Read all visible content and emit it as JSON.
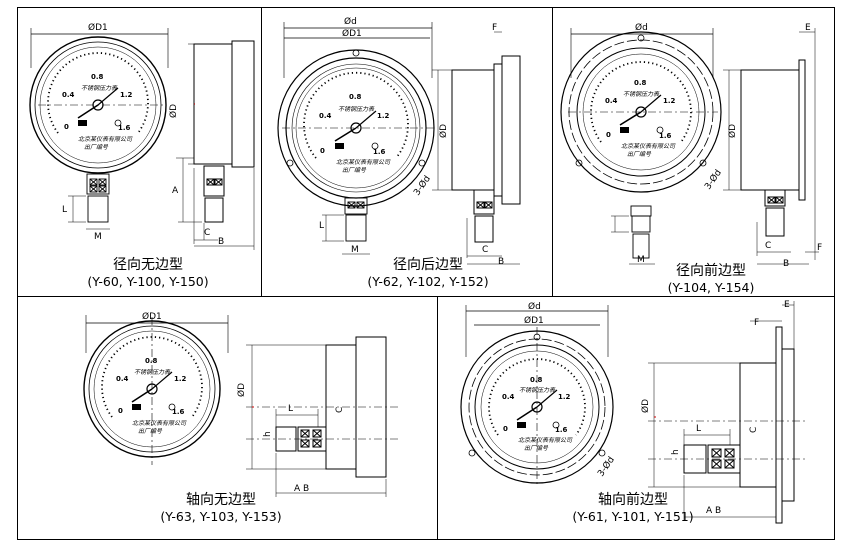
{
  "panels": [
    {
      "title": "径向无边型",
      "models": "(Y-60, Y-100, Y-150)"
    },
    {
      "title": "径向后边型",
      "models": "(Y-62, Y-102, Y-152)"
    },
    {
      "title": "径向前边型",
      "models": "(Y-104, Y-154)"
    },
    {
      "title": "轴向无边型",
      "models": "(Y-63, Y-103, Y-153)"
    },
    {
      "title": "轴向前边型",
      "models": "(Y-61, Y-101, Y-151)"
    }
  ],
  "dial": {
    "scale": [
      "0",
      "0.4",
      "0.8",
      "1.2",
      "1.6"
    ],
    "brand": "不锈钢压力表",
    "small_text_1": "北京某仪表有限公司",
    "small_text_2": "出厂编号"
  },
  "dims": {
    "d1": "ØD1",
    "d": "Ød",
    "D": "ØD",
    "A": "A",
    "B": "B",
    "C": "C",
    "E": "E",
    "F": "F",
    "L": "L",
    "M": "M",
    "hole": "3-Ød",
    "AB": "A B",
    "h": "h"
  }
}
